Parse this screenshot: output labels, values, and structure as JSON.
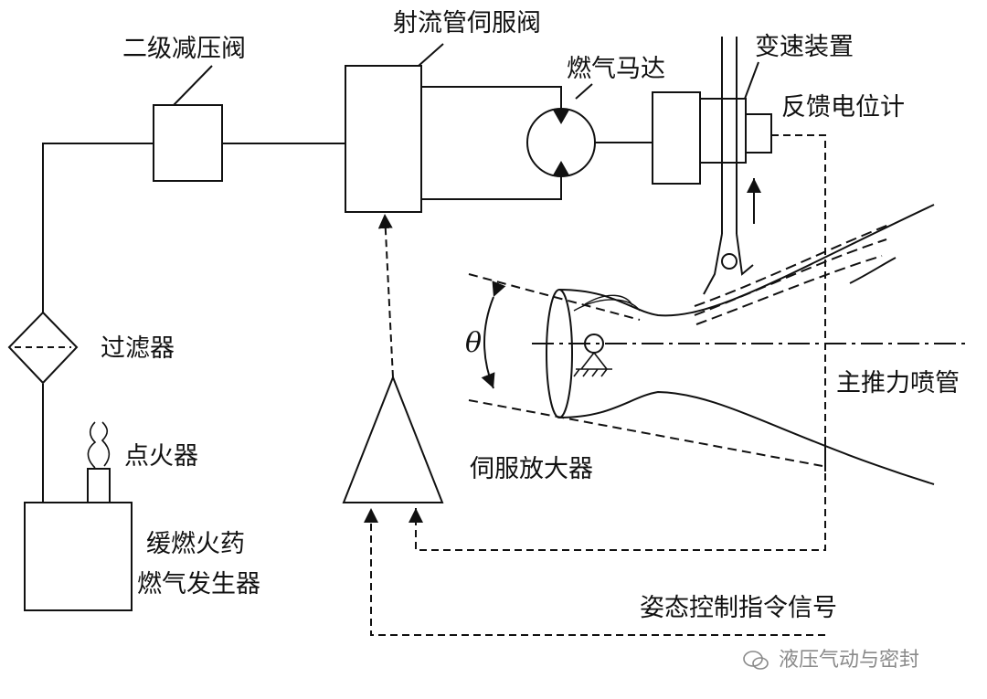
{
  "labels": {
    "reducer": "二级减压阀",
    "servo_valve": "射流管伺服阀",
    "motor": "燃气马达",
    "gearbox": "变速装置",
    "feedback_pot": "反馈电位计",
    "filter": "过滤器",
    "igniter": "点火器",
    "generator_line1": "缓燃火药",
    "generator_line2": "燃气发生器",
    "theta": "θ",
    "nozzle": "主推力喷管",
    "amplifier": "伺服放大器",
    "command": "姿态控制指令信号"
  },
  "watermark": "液压气动与密封"
}
